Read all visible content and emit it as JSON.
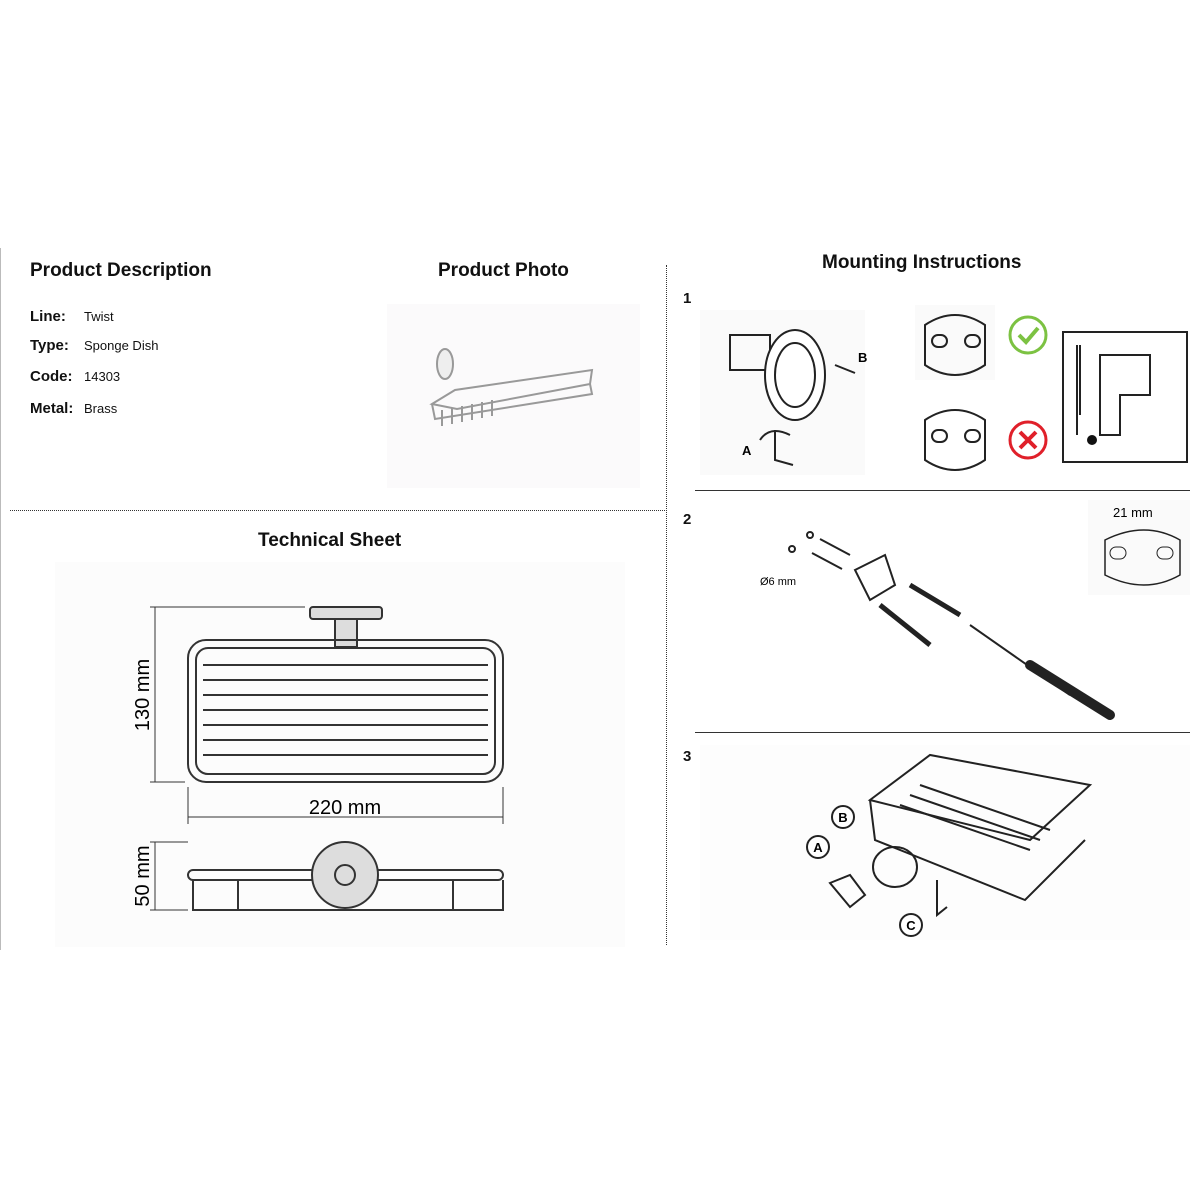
{
  "description": {
    "title": "Product Description",
    "fields": [
      {
        "label": "Line:",
        "value": "Twist"
      },
      {
        "label": "Type:",
        "value": "Sponge Dish"
      },
      {
        "label": "Code:",
        "value": "14303"
      },
      {
        "label": "Metal:",
        "value": "Brass"
      }
    ]
  },
  "photo": {
    "title": "Product Photo"
  },
  "technical": {
    "title": "Technical Sheet",
    "height": "130 mm",
    "width": "220 mm",
    "depth": "50 mm"
  },
  "mounting": {
    "title": "Mounting Instructions",
    "steps": [
      {
        "number": "1",
        "labels": [
          "A",
          "B"
        ]
      },
      {
        "number": "2",
        "drill_diameter": "Ø6 mm",
        "spacing": "21 mm"
      },
      {
        "number": "3",
        "labels": [
          "A",
          "B",
          "C"
        ]
      }
    ]
  },
  "colors": {
    "ok": "#7cc242",
    "bad": "#e0202a"
  }
}
